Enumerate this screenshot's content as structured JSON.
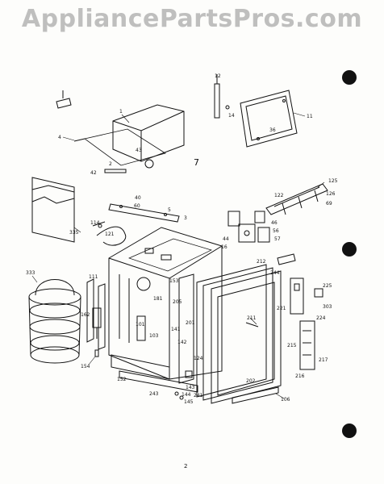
{
  "watermark": "AppliancePartsPros.com",
  "page_number": "2",
  "callouts": {
    "c1": "1",
    "c2": "2",
    "c3": "3",
    "c4": "4",
    "c5": "5",
    "c7": "7",
    "c11": "11",
    "c12": "12",
    "c14": "14",
    "c16": "16",
    "c36": "36",
    "c40": "40",
    "c42": "42",
    "c43": "43",
    "c44": "44",
    "c46": "46",
    "c56": "56",
    "c57": "57",
    "c60": "60",
    "c69": "69",
    "c101": "101",
    "c103": "103",
    "c106": "106",
    "c111": "111",
    "c114": "114",
    "c121": "121",
    "c122": "122",
    "c124": "124",
    "c125": "125",
    "c126": "126",
    "c141": "141",
    "c142": "142",
    "c143": "143",
    "c144": "144",
    "c145": "145",
    "c152": "152",
    "c153": "153",
    "c154": "154",
    "c162": "162",
    "c181": "181",
    "c201": "201",
    "c202": "202",
    "c205": "205",
    "c211": "211",
    "c212": "212",
    "c215": "215",
    "c216": "216",
    "c217": "217",
    "c221": "221",
    "c224": "224",
    "c225": "225",
    "c241": "241",
    "c243": "243",
    "c244": "244",
    "c303": "303",
    "c333": "333",
    "c335": "335"
  }
}
